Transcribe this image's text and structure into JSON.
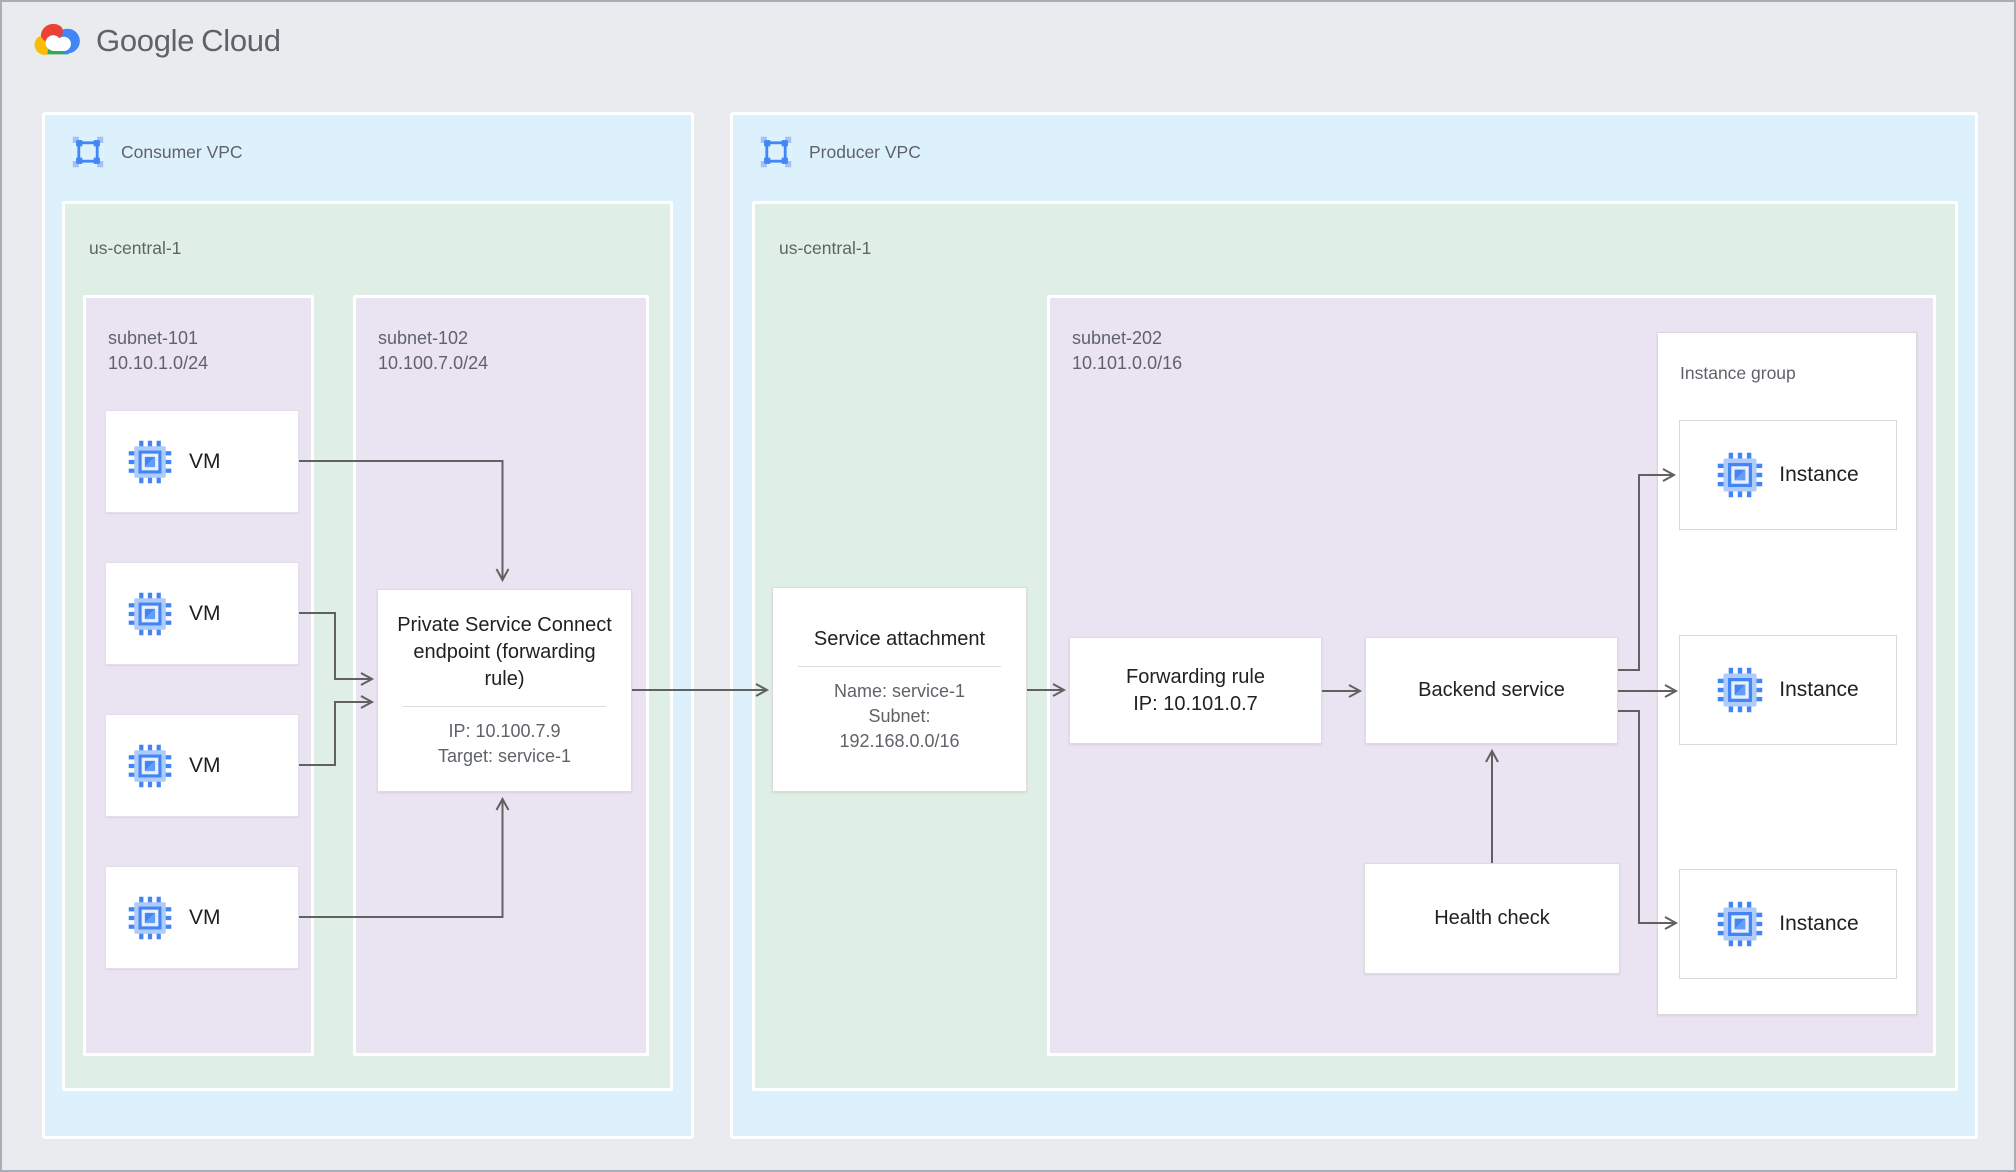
{
  "logo": {
    "google": "Google",
    "cloud": "Cloud"
  },
  "consumer_vpc": {
    "label": "Consumer VPC",
    "region": {
      "label": "us-central-1",
      "subnet101": {
        "name": "subnet-101",
        "cidr": "10.10.1.0/24",
        "vms": [
          {
            "label": "VM"
          },
          {
            "label": "VM"
          },
          {
            "label": "VM"
          },
          {
            "label": "VM"
          }
        ]
      },
      "subnet102": {
        "name": "subnet-102",
        "cidr": "10.100.7.0/24",
        "psc_endpoint": {
          "title": "Private Service Connect endpoint (forwarding rule)",
          "ip": "IP: 10.100.7.9",
          "target": "Target: service-1"
        }
      }
    }
  },
  "producer_vpc": {
    "label": "Producer VPC",
    "region": {
      "label": "us-central-1",
      "service_attachment": {
        "title": "Service attachment",
        "name": "Name: service-1",
        "subnet_label": "Subnet:",
        "subnet_cidr": "192.168.0.0/16"
      },
      "subnet202": {
        "name": "subnet-202",
        "cidr": "10.101.0.0/16",
        "forwarding_rule": {
          "line1": "Forwarding rule",
          "line2": "IP: 10.101.0.7"
        },
        "backend_service": {
          "title": "Backend service"
        },
        "health_check": {
          "title": "Health check"
        },
        "instance_group": {
          "label": "Instance group",
          "instances": [
            {
              "label": "Instance"
            },
            {
              "label": "Instance"
            },
            {
              "label": "Instance"
            }
          ]
        }
      }
    }
  },
  "colors": {
    "vpc_bg": "#DDF1FC",
    "region_bg": "#E0EFE6",
    "subnet_bg": "#EAE4F2",
    "arrow": "#616161",
    "google_blue": "#4285F4",
    "google_red": "#EA4335",
    "google_yellow": "#FBBC04",
    "google_green": "#34A853",
    "text_primary": "#202124",
    "text_secondary": "#5F6368"
  }
}
